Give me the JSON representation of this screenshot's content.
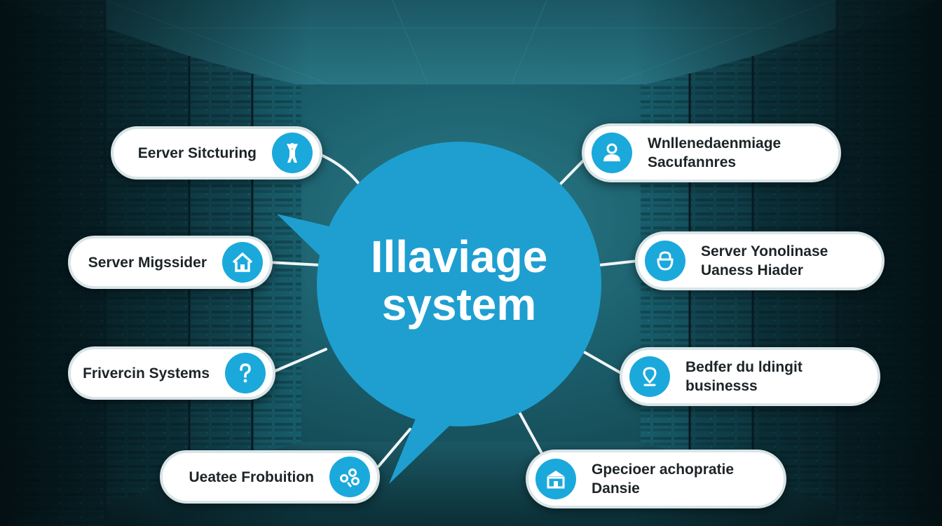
{
  "hub": {
    "line1": "Illaviage",
    "line2": "system"
  },
  "nodes": [
    {
      "id": "left-1",
      "lines": [
        "Eerver Sitcturing"
      ],
      "icon": "person-arms-up-icon"
    },
    {
      "id": "left-2",
      "lines": [
        "Server Migssider"
      ],
      "icon": "house-icon"
    },
    {
      "id": "left-3",
      "lines": [
        "Frivercin Systems"
      ],
      "icon": "question-mark-icon"
    },
    {
      "id": "left-4",
      "lines": [
        "Ueatee Frobuition"
      ],
      "icon": "nodes-icon"
    },
    {
      "id": "right-1",
      "lines": [
        "Wnllenedaenmiage",
        "Sacufannres"
      ],
      "icon": "user-icon"
    },
    {
      "id": "right-2",
      "lines": [
        "Server Yonolinase",
        "Uaness Hiader"
      ],
      "icon": "lock-icon"
    },
    {
      "id": "right-3",
      "lines": [
        "Bedfer du ldingit",
        "businesss"
      ],
      "icon": "location-pin-icon"
    },
    {
      "id": "right-4",
      "lines": [
        "Gpecioer achopratie",
        "Dansie"
      ],
      "icon": "building-icon"
    }
  ],
  "colors": {
    "accent": "#1ba9dc",
    "hub": "#1e9fd0",
    "background": "#0f4651",
    "pill": "#ffffff",
    "connector": "#f2f6f7"
  }
}
